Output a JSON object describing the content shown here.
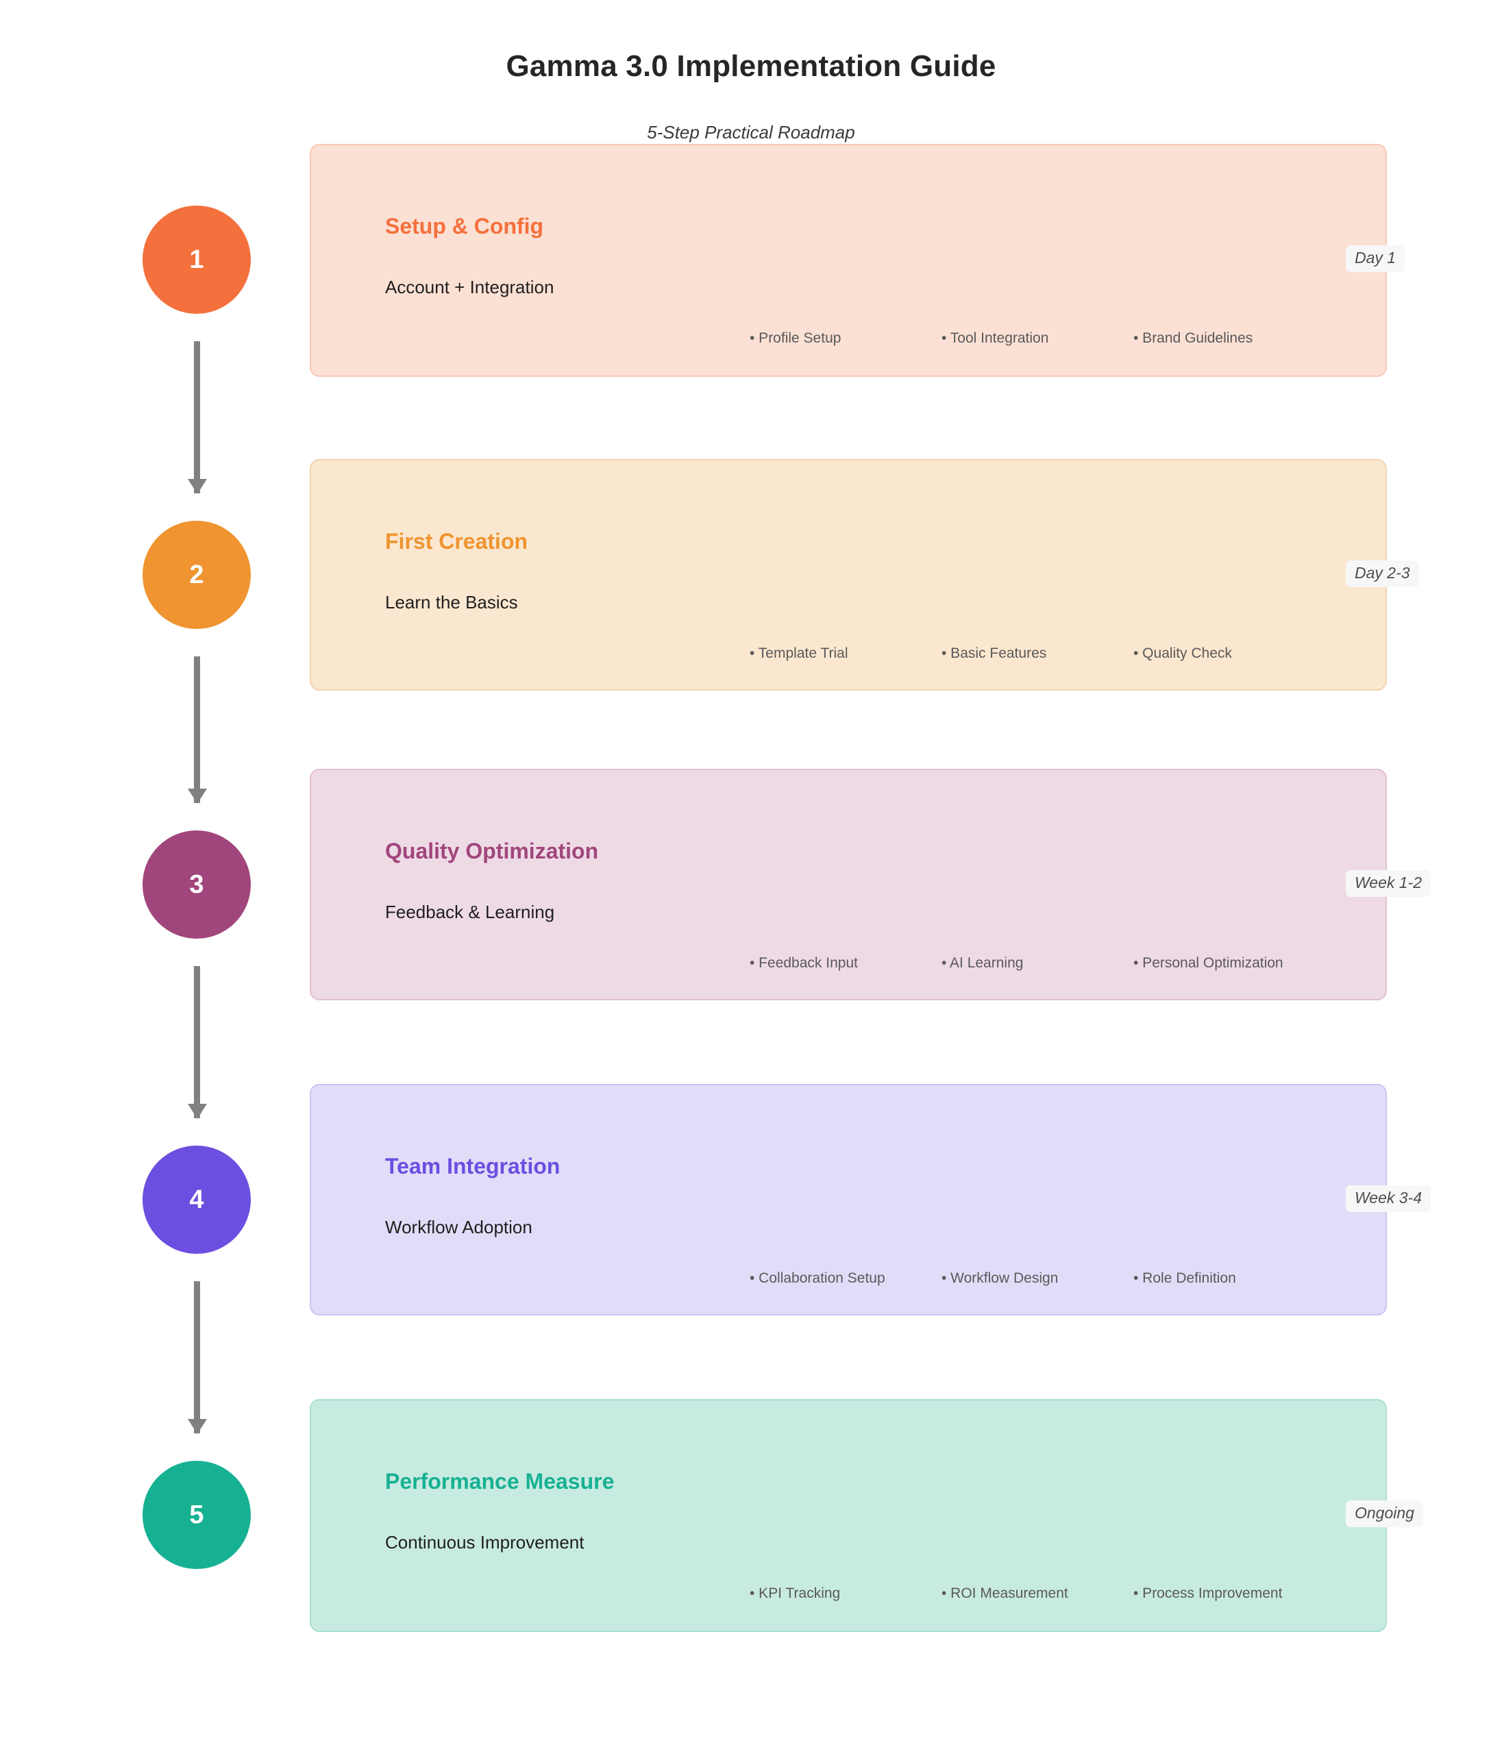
{
  "header": {
    "title": "Gamma 3.0 Implementation Guide",
    "subtitle": "5-Step Practical Roadmap"
  },
  "roadmap": {
    "steps": [
      {
        "number": "1",
        "heading": "Setup & Config",
        "subtitle": "Account + Integration",
        "tag": "Day 1",
        "bullets": [
          "• Profile Setup",
          "• Tool Integration",
          "• Brand Guidelines"
        ],
        "accent": "#f4703c",
        "card_bg": "#fbe0d4",
        "card_border": "#f7c9b5"
      },
      {
        "number": "2",
        "heading": "First Creation",
        "subtitle": "Learn the Basics",
        "tag": "Day 2-3",
        "bullets": [
          "• Template Trial",
          "• Basic Features",
          "• Quality Check"
        ],
        "accent": "#ef9430",
        "card_bg": "#fbe7cf",
        "card_border": "#f4d3ad"
      },
      {
        "number": "3",
        "heading": "Quality Optimization",
        "subtitle": "Feedback & Learning",
        "tag": "Week 1-2",
        "bullets": [
          "• Feedback Input",
          "• AI Learning",
          "• Personal Optimization"
        ],
        "accent": "#a0467c",
        "card_bg": "#eedae5",
        "card_border": "#e0c0d2"
      },
      {
        "number": "4",
        "heading": "Team Integration",
        "subtitle": "Workflow Adoption",
        "tag": "Week 3-4",
        "bullets": [
          "• Collaboration Setup",
          "• Workflow Design",
          "• Role Definition"
        ],
        "accent": "#6c4ee0",
        "card_bg": "#e1ddf9",
        "card_border": "#cbc4f1"
      },
      {
        "number": "5",
        "heading": "Performance Measure",
        "subtitle": "Continuous Improvement",
        "tag": "Ongoing",
        "bullets": [
          "• KPI Tracking",
          "• ROI Measurement",
          "• Process Improvement"
        ],
        "accent": "#16b193",
        "card_bg": "#c8ebe1",
        "card_border": "#a9dfd1"
      }
    ],
    "connector_color": "#808080"
  }
}
